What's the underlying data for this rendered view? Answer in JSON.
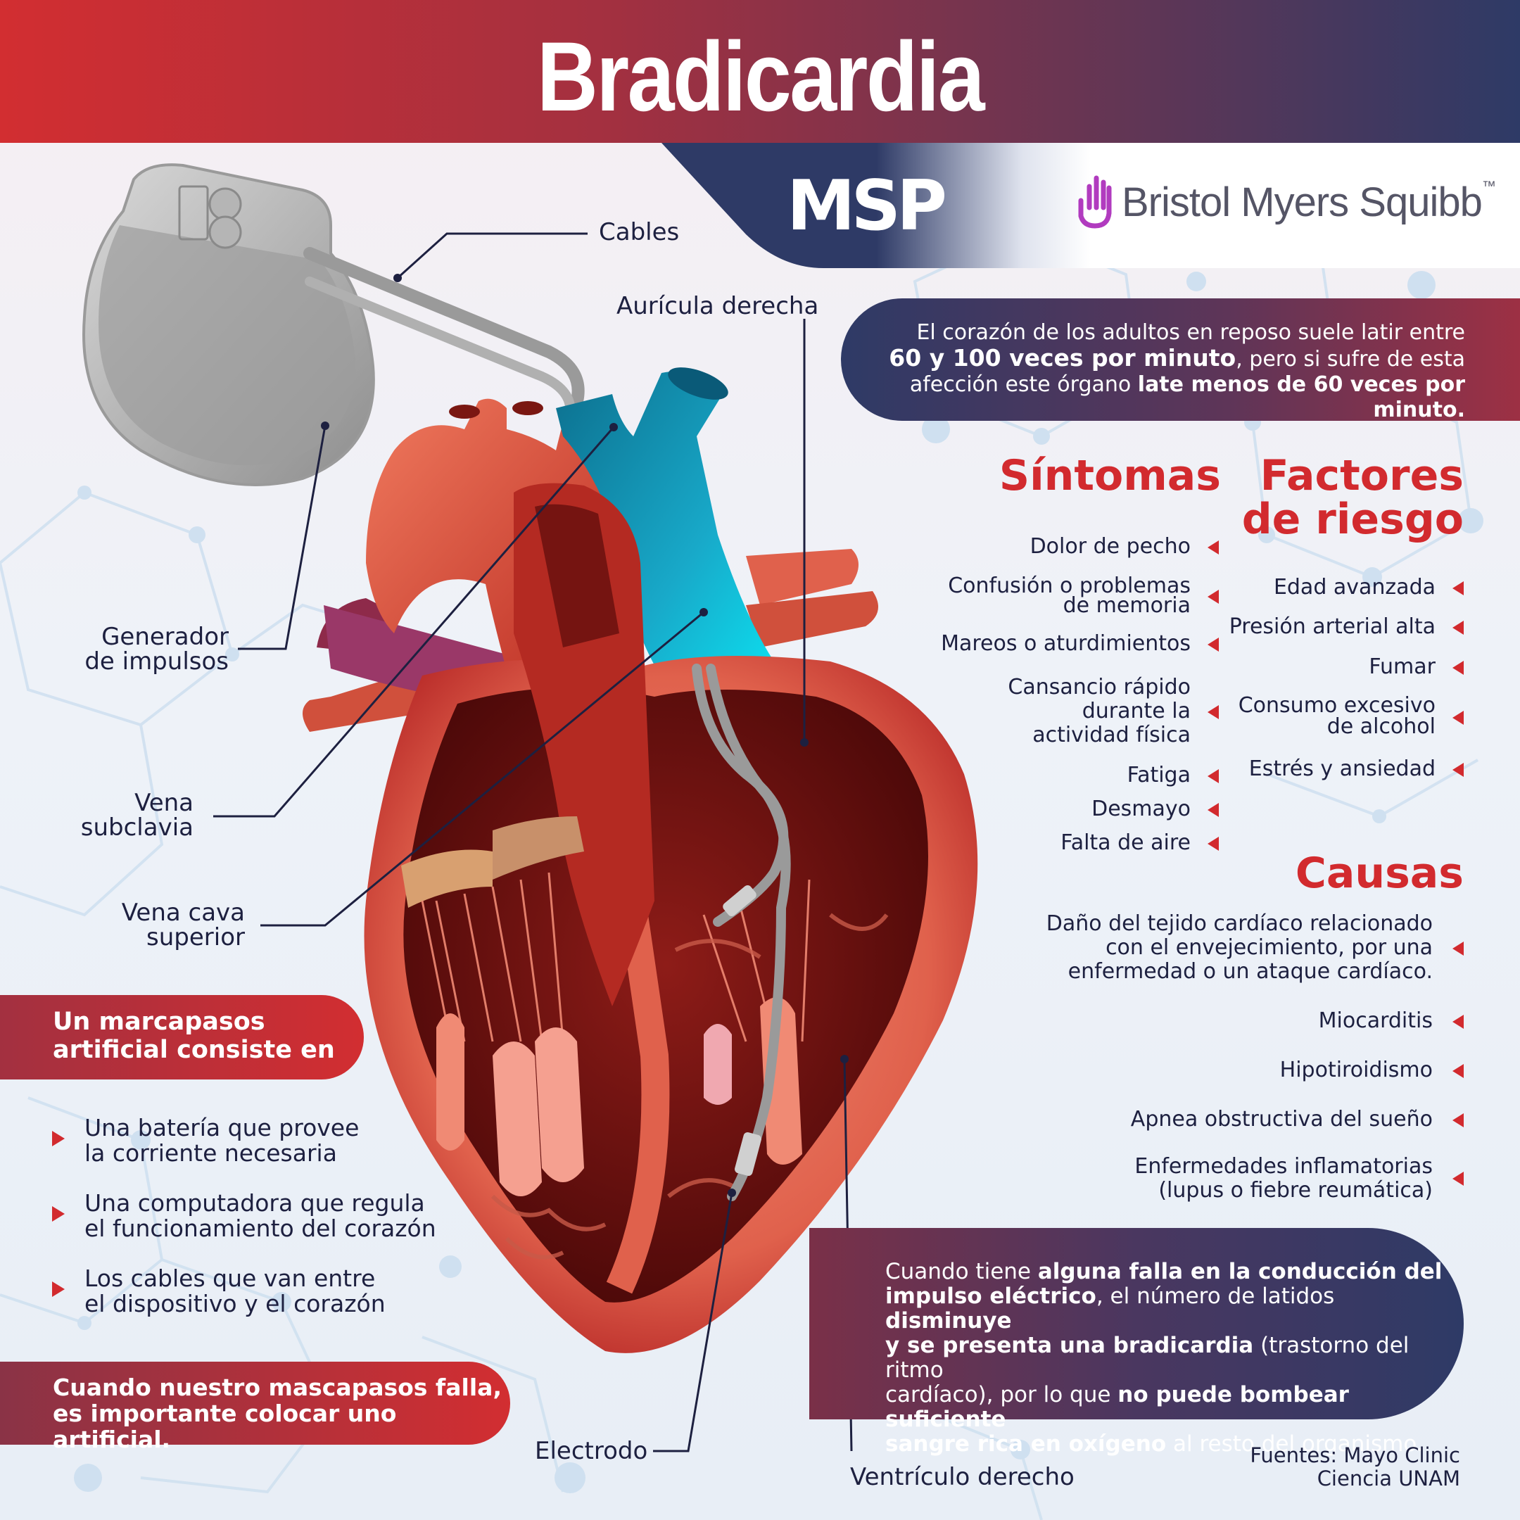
{
  "header": {
    "title": "Bradicardia"
  },
  "logos": {
    "msp": "MSP",
    "bms": "Bristol Myers Squibb",
    "bms_tm": "™"
  },
  "labels": {
    "cables": "Cables",
    "auricula": "Aurícula derecha",
    "generador_1": "Generador",
    "generador_2": "de impulsos",
    "vena_sub_1": "Vena",
    "vena_sub_2": "subclavia",
    "vena_cava_1": "Vena cava",
    "vena_cava_2": "superior",
    "electrodo": "Electrodo",
    "ventriculo": "Ventrículo derecho"
  },
  "intro": {
    "l1": "El corazón de los adultos en reposo suele latir entre",
    "l2_bold": "60 y 100 veces por minuto",
    "l2_rest": ", pero si sufre de esta",
    "l3_pre": "afección este órgano ",
    "l3_bold": "late menos de 60 veces por minuto."
  },
  "sintomas": {
    "title": "Síntomas",
    "items": [
      [
        "Dolor de pecho"
      ],
      [
        "Confusión o problemas",
        "de memoria"
      ],
      [
        "Mareos o aturdimientos"
      ],
      [
        "Cansancio rápido",
        "durante la",
        "actividad física"
      ],
      [
        "Fatiga"
      ],
      [
        "Desmayo"
      ],
      [
        "Falta de aire"
      ]
    ]
  },
  "factores": {
    "title_1": "Factores",
    "title_2": "de riesgo",
    "items": [
      [
        "Edad avanzada"
      ],
      [
        "Presión arterial alta"
      ],
      [
        "Fumar"
      ],
      [
        "Consumo excesivo",
        "de alcohol"
      ],
      [
        "Estrés y ansiedad"
      ]
    ]
  },
  "causas": {
    "title": "Causas",
    "items": [
      [
        "Daño del tejido cardíaco relacionado",
        "con el envejecimiento, por una",
        "enfermedad o un ataque cardíaco."
      ],
      [
        "Miocarditis"
      ],
      [
        "Hipotiroidismo"
      ],
      [
        "Apnea obstructiva del sueño"
      ],
      [
        "Enfermedades inflamatorias",
        "(lupus o fiebre reumática)"
      ]
    ]
  },
  "marcapasos": {
    "title_1": "Un marcapasos",
    "title_2": "artificial consiste en",
    "items": [
      [
        "Una batería que provee",
        "la corriente necesaria"
      ],
      [
        "Una computadora que regula",
        "el funcionamiento del corazón"
      ],
      [
        "Los cables que van entre",
        "el dispositivo y el corazón"
      ]
    ]
  },
  "falla": {
    "l1": "Cuando nuestro mascapasos falla,",
    "l2": "es importante colocar uno artificial."
  },
  "conduccion": {
    "p1": "Cuando tiene ",
    "b1": "alguna falla en la conducción del",
    "b2": "impulso eléctrico",
    "p2": ", el número de latidos ",
    "b3": "disminuye",
    "b4": "y se presenta una bradicardia",
    "p3": " (trastorno del ritmo",
    "p4": "cardíaco), por lo que ",
    "b5": "no puede bombear suficiente",
    "b6": "sangre rica en oxígeno",
    "p5": " al resto del organismo."
  },
  "sources": {
    "l1": "Fuentes: Mayo Clinic",
    "l2": "Ciencia UNAM"
  },
  "colors": {
    "accent_red": "#d22a2e",
    "navy": "#2e3a66",
    "text": "#1d2040"
  }
}
